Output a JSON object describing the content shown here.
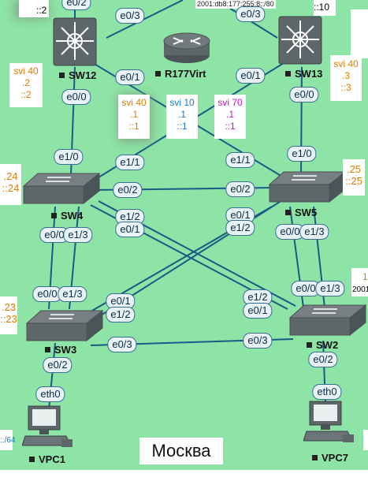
{
  "city_label": "Москва",
  "top_address": "2001:db8:177:255:8::/80",
  "edge_fragments": {
    "top_left_suffix": "::2",
    "top_right_suffix": "::10",
    "right_mid_text": "1",
    "right_mid_ipv6": "2001",
    "left_bottom_prefix": "::/64"
  },
  "nodes": {
    "sw12": "SW12",
    "sw13": "SW13",
    "r177": "R177Virt",
    "sw4": "SW4",
    "sw5": "SW5",
    "sw3": "SW3",
    "sw2": "SW2",
    "vpc1": "VPC1",
    "vpc7": "VPC7"
  },
  "ports": {
    "sw12_top": "e0/2",
    "sw12_r177": "e0/3",
    "r177_sw13": "e0/3",
    "sw12_e01": "e0/1",
    "sw12_e00": "e0/0",
    "sw13_e01": "e0/1",
    "sw13_e00": "e0/0",
    "sw4_up": "e1/0",
    "sw4_e11": "e1/1",
    "sw4_e02": "e0/2",
    "sw4_e12": "e1/2",
    "sw4_e01": "e0/1",
    "sw4_e00": "e0/0",
    "sw4_e13": "e1/3",
    "sw5_up": "e1/0",
    "sw5_e11": "e1/1",
    "sw5_e02": "e0/2",
    "sw5_e01": "e0/1",
    "sw5_e12": "e1/2",
    "sw5_e00": "e0/0",
    "sw5_e13": "e1/3",
    "sw3_e00": "e0/0",
    "sw3_e13": "e1/3",
    "sw3_e01": "e0/1",
    "sw3_e12": "e1/2",
    "sw3_e03": "e0/3",
    "sw3_e02": "e0/2",
    "sw2_e00": "e0/0",
    "sw2_e13": "e1/3",
    "sw2_e12": "e1/2",
    "sw2_e01": "e0/1",
    "sw2_e03": "e0/3",
    "sw2_e02": "e0/2",
    "vpc1_eth0": "eth0",
    "vpc7_eth0": "eth0"
  },
  "addresses": {
    "sw12_svi": [
      "svi 40",
      ".2",
      "::2"
    ],
    "sw13_svi": [
      "svi 40",
      ".3",
      "::3"
    ],
    "r177_svi40": [
      "svi 40",
      ".1",
      "::1"
    ],
    "r177_svi10": [
      "svi 10",
      ".1",
      "::1"
    ],
    "r177_svi70": [
      "svi 70",
      ".1",
      "::1"
    ],
    "sw4_addr": [
      ".24",
      "::24"
    ],
    "sw5_addr": [
      ".25",
      "::25"
    ],
    "sw3_addr": [
      ".23",
      "::23"
    ]
  },
  "colors": {
    "background": "#8ee3a6",
    "link": "#1a5a86",
    "svi40": "#e07b00",
    "svi10": "#1577d1",
    "svi70": "#cc10cc"
  }
}
